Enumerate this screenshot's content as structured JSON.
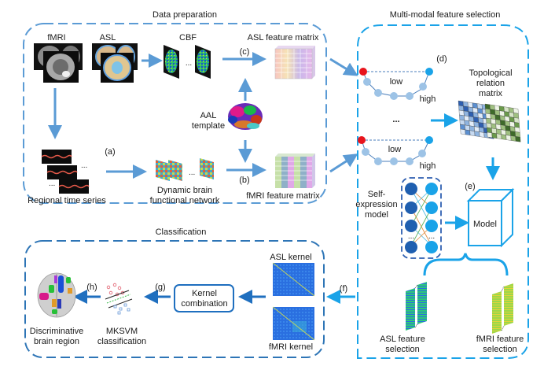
{
  "panels": {
    "data_preparation": {
      "title": "Data preparation",
      "fmri_label": "fMRI",
      "asl_label": "ASL",
      "cbf_label": "CBF",
      "asl_feature_matrix_label": "ASL feature matrix",
      "fmri_feature_matrix_label": "fMRI feature matrix",
      "aal_label_line1": "AAL",
      "aal_label_line2": "template",
      "regional_time_series_label": "Regional time series",
      "dynamic_network_line1": "Dynamic brain",
      "dynamic_network_line2": "functional network",
      "step_a": "(a)",
      "step_b": "(b)",
      "step_c": "(c)",
      "ellipsis": "..."
    },
    "feature_selection": {
      "title": "Multi-modal feature selection",
      "step_d": "(d)",
      "step_e": "(e)",
      "path_low": "low",
      "path_high": "high",
      "ellipsis": "...",
      "topo_line1": "Topological",
      "topo_line2": "relation",
      "topo_line3": "matrix",
      "self_expr_line1": "Self-",
      "self_expr_line2": "expression",
      "self_expr_line3": "model",
      "model_label": "Model",
      "asl_sel_line1": "ASL feature",
      "asl_sel_line2": "selection",
      "fmri_sel_line1": "fMRI feature",
      "fmri_sel_line2": "selection"
    },
    "classification": {
      "title": "Classification",
      "asl_kernel_label": "ASL kernel",
      "fmri_kernel_label": "fMRI kernel",
      "kernel_comb_line1": "Kernel",
      "kernel_comb_line2": "combination",
      "mksvm_line1": "MKSVM",
      "mksvm_line2": "classification",
      "disc_line1": "Discriminative",
      "disc_line2": "brain region",
      "step_f": "(f)",
      "step_g": "(g)",
      "step_h": "(h)"
    }
  },
  "colors": {
    "panel_border_prep": "#5b9bd5",
    "panel_border_select": "#1aa3e8",
    "panel_border_class": "#2e75b6",
    "arrow_light": "#5b9bd5",
    "arrow_cyan": "#1aa3e8",
    "arrow_dark": "#1f6fbf",
    "node_red": "#e8141c",
    "node_cyan": "#1aa3e8",
    "node_light": "#9dc3e6"
  }
}
